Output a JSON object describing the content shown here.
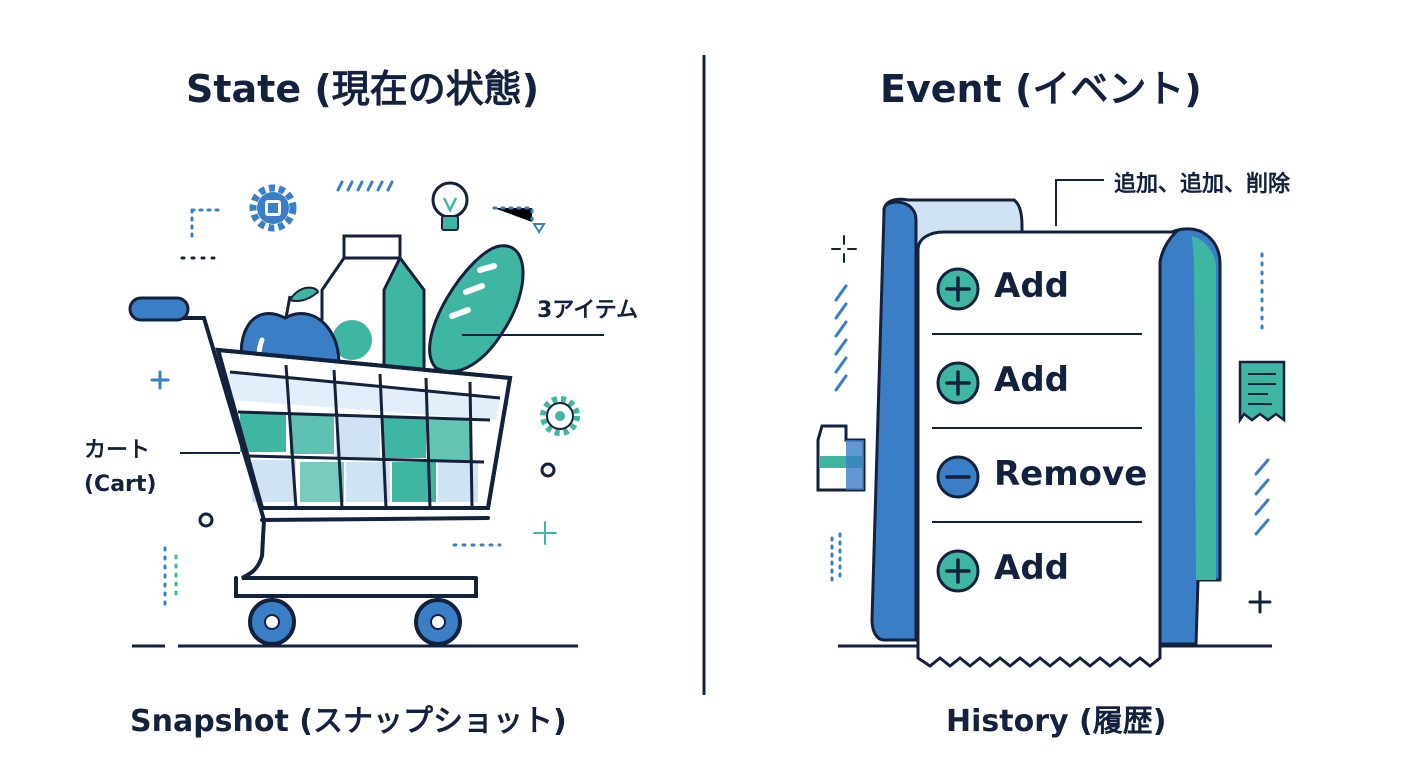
{
  "state": {
    "title": "State (現在の状態)",
    "items_label": "3アイテム",
    "cart_label_line1": "カート",
    "cart_label_line2": "(Cart)",
    "caption": "Snapshot (スナップショット)"
  },
  "event": {
    "title": "Event (イベント)",
    "summary": "追加、追加、削除",
    "rows": [
      {
        "type": "add",
        "label": "Add"
      },
      {
        "type": "add",
        "label": "Add"
      },
      {
        "type": "remove",
        "label": "Remove"
      },
      {
        "type": "add",
        "label": "Add"
      }
    ],
    "caption": "History (履歴)"
  },
  "colors": {
    "navy": "#14213d",
    "blue": "#3a7ec6",
    "teal": "#3fb6a2",
    "light_blue": "#cfe3f5"
  },
  "icons": [
    "gear-icon",
    "lightbulb-icon",
    "plus-circle-icon",
    "minus-circle-icon",
    "milk-carton-icon",
    "receipt-icon"
  ]
}
